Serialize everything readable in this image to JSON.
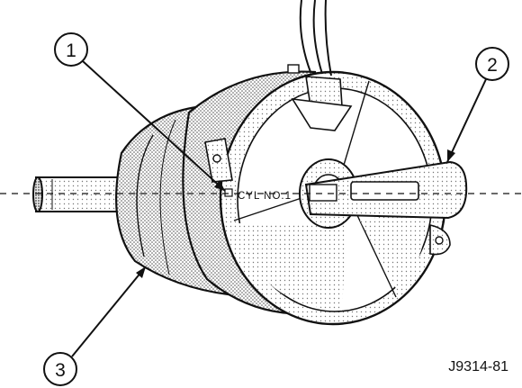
{
  "callouts": [
    {
      "number": "1"
    },
    {
      "number": "2"
    },
    {
      "number": "3"
    }
  ],
  "housing_label": "CYL NO.1",
  "figure_id": "J9314-81",
  "colors": {
    "ink": "#111111",
    "shade": "#8c8c8c",
    "shade_light": "#c9c9c9",
    "paper": "#ffffff"
  }
}
